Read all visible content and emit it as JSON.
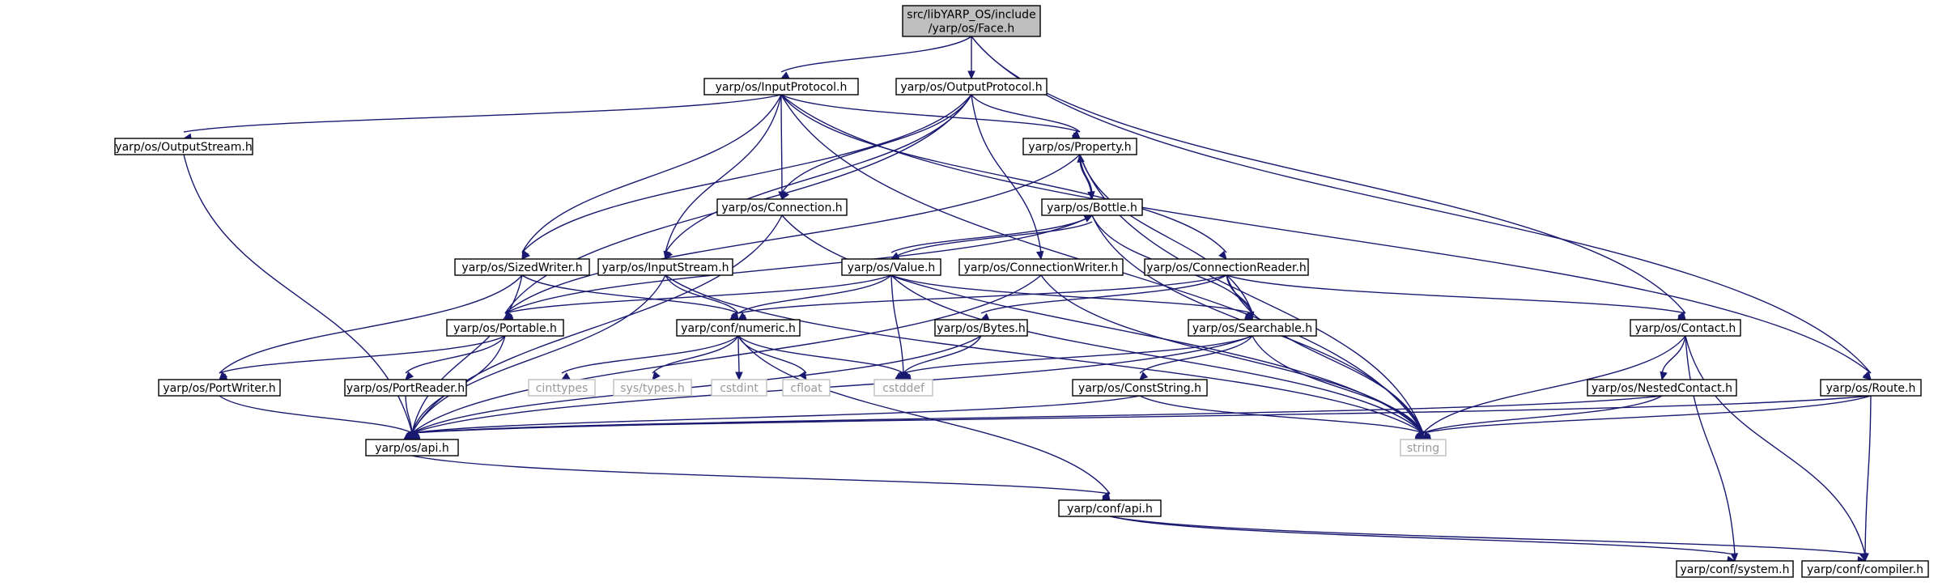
{
  "colors": {
    "edge": "#191970",
    "node_border": "#000000",
    "node_fill": "#ffffff",
    "root_fill": "#bfbfbf",
    "external_border": "#bfbfbf",
    "external_text": "#9a9a9a",
    "text": "#000000"
  },
  "root": {
    "id": "face",
    "label_lines": [
      "src/libYARP_OS/include",
      "/yarp/os/Face.h"
    ]
  },
  "nodes": [
    {
      "id": "inputprotocol",
      "label": "yarp/os/InputProtocol.h",
      "external": false
    },
    {
      "id": "outputprotocol",
      "label": "yarp/os/OutputProtocol.h",
      "external": false
    },
    {
      "id": "outputstream",
      "label": "yarp/os/OutputStream.h",
      "external": false
    },
    {
      "id": "property",
      "label": "yarp/os/Property.h",
      "external": false
    },
    {
      "id": "connection",
      "label": "yarp/os/Connection.h",
      "external": false
    },
    {
      "id": "bottle",
      "label": "yarp/os/Bottle.h",
      "external": false
    },
    {
      "id": "sizedwriter",
      "label": "yarp/os/SizedWriter.h",
      "external": false
    },
    {
      "id": "inputstream",
      "label": "yarp/os/InputStream.h",
      "external": false
    },
    {
      "id": "value",
      "label": "yarp/os/Value.h",
      "external": false
    },
    {
      "id": "connectionwriter",
      "label": "yarp/os/ConnectionWriter.h",
      "external": false
    },
    {
      "id": "connectionreader",
      "label": "yarp/os/ConnectionReader.h",
      "external": false
    },
    {
      "id": "portable",
      "label": "yarp/os/Portable.h",
      "external": false
    },
    {
      "id": "numeric",
      "label": "yarp/conf/numeric.h",
      "external": false
    },
    {
      "id": "bytes",
      "label": "yarp/os/Bytes.h",
      "external": false
    },
    {
      "id": "searchable",
      "label": "yarp/os/Searchable.h",
      "external": false
    },
    {
      "id": "contact",
      "label": "yarp/os/Contact.h",
      "external": false
    },
    {
      "id": "cinttypes",
      "label": "cinttypes",
      "external": true
    },
    {
      "id": "systypes",
      "label": "sys/types.h",
      "external": true
    },
    {
      "id": "cstdint",
      "label": "cstdint",
      "external": true
    },
    {
      "id": "cfloat",
      "label": "cfloat",
      "external": true
    },
    {
      "id": "cstddef",
      "label": "cstddef",
      "external": true
    },
    {
      "id": "portwriter",
      "label": "yarp/os/PortWriter.h",
      "external": false
    },
    {
      "id": "portreader",
      "label": "yarp/os/PortReader.h",
      "external": false
    },
    {
      "id": "conststring",
      "label": "yarp/os/ConstString.h",
      "external": false
    },
    {
      "id": "nestedcontact",
      "label": "yarp/os/NestedContact.h",
      "external": false
    },
    {
      "id": "route",
      "label": "yarp/os/Route.h",
      "external": false
    },
    {
      "id": "osapi",
      "label": "yarp/os/api.h",
      "external": false
    },
    {
      "id": "string",
      "label": "string",
      "external": true
    },
    {
      "id": "confapi",
      "label": "yarp/conf/api.h",
      "external": false
    },
    {
      "id": "system",
      "label": "yarp/conf/system.h",
      "external": false
    },
    {
      "id": "compiler",
      "label": "yarp/conf/compiler.h",
      "external": false
    }
  ],
  "edges": [
    [
      "face",
      "inputprotocol"
    ],
    [
      "face",
      "outputprotocol"
    ],
    [
      "face",
      "contact"
    ],
    [
      "face",
      "route"
    ],
    [
      "inputprotocol",
      "outputstream"
    ],
    [
      "inputprotocol",
      "property"
    ],
    [
      "inputprotocol",
      "connection"
    ],
    [
      "inputprotocol",
      "sizedwriter"
    ],
    [
      "inputprotocol",
      "inputstream"
    ],
    [
      "inputprotocol",
      "connectionreader"
    ],
    [
      "inputprotocol",
      "string"
    ],
    [
      "inputprotocol",
      "route"
    ],
    [
      "outputprotocol",
      "property"
    ],
    [
      "outputprotocol",
      "connection"
    ],
    [
      "outputprotocol",
      "sizedwriter"
    ],
    [
      "outputprotocol",
      "inputstream"
    ],
    [
      "outputprotocol",
      "connectionwriter"
    ],
    [
      "outputprotocol",
      "portable"
    ],
    [
      "outputstream",
      "osapi"
    ],
    [
      "property",
      "bottle"
    ],
    [
      "property",
      "searchable"
    ],
    [
      "property",
      "string"
    ],
    [
      "property",
      "portable"
    ],
    [
      "bottle",
      "property"
    ],
    [
      "bottle",
      "value"
    ],
    [
      "bottle",
      "searchable"
    ],
    [
      "bottle",
      "string"
    ],
    [
      "bottle",
      "portable"
    ],
    [
      "connection",
      "osapi"
    ],
    [
      "connection",
      "string"
    ],
    [
      "value",
      "bottle"
    ],
    [
      "value",
      "portable"
    ],
    [
      "value",
      "numeric"
    ],
    [
      "value",
      "searchable"
    ],
    [
      "value",
      "cstddef"
    ],
    [
      "value",
      "string"
    ],
    [
      "sizedwriter",
      "osapi"
    ],
    [
      "sizedwriter",
      "portwriter"
    ],
    [
      "sizedwriter",
      "numeric"
    ],
    [
      "inputstream",
      "osapi"
    ],
    [
      "inputstream",
      "numeric"
    ],
    [
      "inputstream",
      "string"
    ],
    [
      "connectionwriter",
      "osapi"
    ],
    [
      "connectionwriter",
      "string"
    ],
    [
      "connectionreader",
      "numeric"
    ],
    [
      "connectionreader",
      "bytes"
    ],
    [
      "connectionreader",
      "searchable"
    ],
    [
      "connectionreader",
      "contact"
    ],
    [
      "connectionreader",
      "string"
    ],
    [
      "portable",
      "portwriter"
    ],
    [
      "portable",
      "portreader"
    ],
    [
      "portable",
      "osapi"
    ],
    [
      "numeric",
      "cinttypes"
    ],
    [
      "numeric",
      "systypes"
    ],
    [
      "numeric",
      "cstdint"
    ],
    [
      "numeric",
      "cfloat"
    ],
    [
      "numeric",
      "cstddef"
    ],
    [
      "numeric",
      "confapi"
    ],
    [
      "bytes",
      "cstddef"
    ],
    [
      "bytes",
      "osapi"
    ],
    [
      "searchable",
      "conststring"
    ],
    [
      "searchable",
      "string"
    ],
    [
      "searchable",
      "cstddef"
    ],
    [
      "searchable",
      "osapi"
    ],
    [
      "contact",
      "nestedcontact"
    ],
    [
      "contact",
      "string"
    ],
    [
      "contact",
      "system"
    ],
    [
      "contact",
      "compiler"
    ],
    [
      "portwriter",
      "osapi"
    ],
    [
      "portreader",
      "osapi"
    ],
    [
      "conststring",
      "osapi"
    ],
    [
      "conststring",
      "string"
    ],
    [
      "nestedcontact",
      "osapi"
    ],
    [
      "nestedcontact",
      "string"
    ],
    [
      "route",
      "osapi"
    ],
    [
      "route",
      "string"
    ],
    [
      "route",
      "compiler"
    ],
    [
      "osapi",
      "confapi"
    ],
    [
      "confapi",
      "system"
    ],
    [
      "confapi",
      "compiler"
    ]
  ]
}
